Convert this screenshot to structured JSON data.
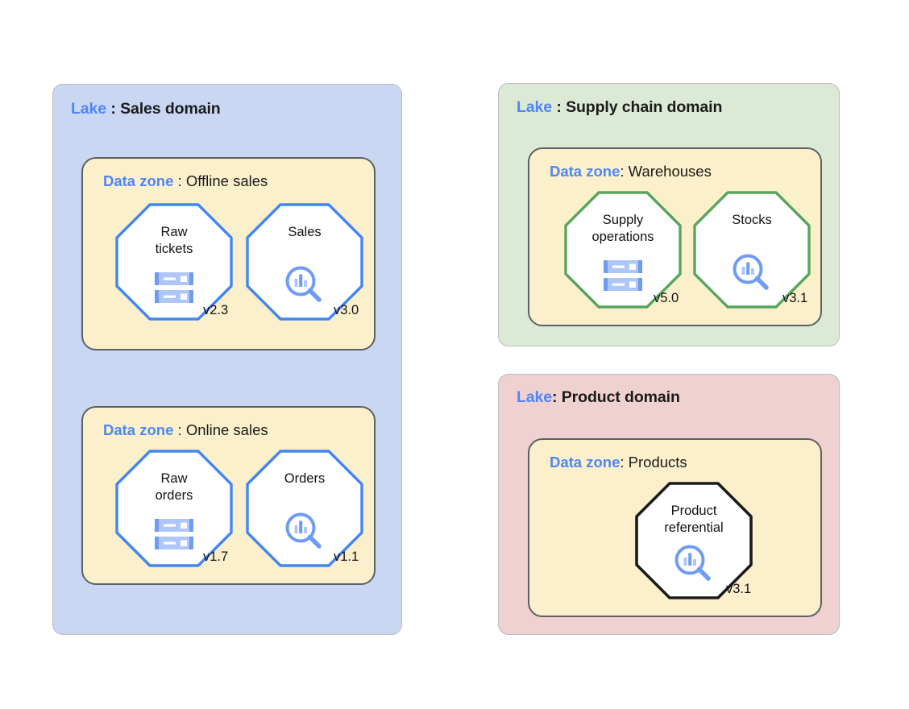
{
  "diagram": {
    "title_keyword_lake": "Lake",
    "title_keyword_zone": "Data zone",
    "colors": {
      "lake_keyword": "#4f86f7",
      "zone_keyword": "#4f86f7",
      "zone_fill": "#fbf0cb",
      "zone_border": "#5d6064",
      "sales_lake_fill": "#c9d7f3",
      "supply_lake_fill": "#dce9d4",
      "product_lake_fill": "#efd1d1",
      "octagon_blue": "#4285f4",
      "octagon_green": "#58a55c",
      "octagon_black": "#1b1b1b",
      "icon_blue": "#6e9bf4",
      "icon_blue_light": "#aec6f8"
    }
  },
  "lakes": [
    {
      "keyword": "Lake",
      "separator": " : ",
      "name": "Sales domain",
      "fill": "#c9d7f3",
      "zones": [
        {
          "keyword": "Data zone",
          "separator": " : ",
          "name": "Offline sales",
          "assets": [
            {
              "label": "Raw\ntickets",
              "icon": "database-icon",
              "version": "v2.3",
              "outline": "#4285f4"
            },
            {
              "label": "Sales",
              "icon": "analytics-magnifier-icon",
              "version": "v3.0",
              "outline": "#4285f4"
            }
          ]
        },
        {
          "keyword": "Data zone",
          "separator": " : ",
          "name": "Online sales",
          "assets": [
            {
              "label": "Raw\norders",
              "icon": "database-icon",
              "version": "v1.7",
              "outline": "#4285f4"
            },
            {
              "label": "Orders",
              "icon": "analytics-magnifier-icon",
              "version": "v1.1",
              "outline": "#4285f4"
            }
          ]
        }
      ]
    },
    {
      "keyword": "Lake",
      "separator": " : ",
      "name": "Supply chain domain",
      "fill": "#dce9d4",
      "zones": [
        {
          "keyword": "Data zone",
          "separator": ": ",
          "name": "Warehouses",
          "assets": [
            {
              "label": "Supply\noperations",
              "icon": "database-icon",
              "version": "v5.0",
              "outline": "#58a55c"
            },
            {
              "label": "Stocks",
              "icon": "analytics-magnifier-icon",
              "version": "v3.1",
              "outline": "#58a55c"
            }
          ]
        }
      ]
    },
    {
      "keyword": "Lake",
      "separator": ": ",
      "name": "Product domain",
      "fill": "#efd1d1",
      "zones": [
        {
          "keyword": "Data zone",
          "separator": ": ",
          "name": "Products",
          "assets": [
            {
              "label": "Product\nreferential",
              "icon": "analytics-magnifier-icon",
              "version": "v3.1",
              "outline": "#1b1b1b"
            }
          ]
        }
      ]
    }
  ]
}
